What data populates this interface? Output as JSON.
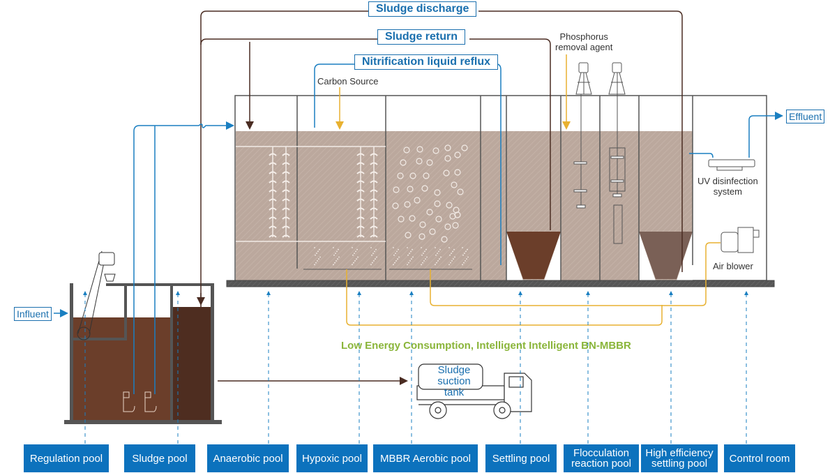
{
  "title": "Low Energy Consumption, Intelligent Intelligent BN-MBBR",
  "flow_labels": {
    "sludge_discharge": "Sludge discharge",
    "sludge_return": "Sludge return",
    "nitrification_reflux": "Nitrification liquid reflux",
    "carbon_source": "Carbon Source",
    "phosphorus_line1": "Phosphorus",
    "phosphorus_line2": "removal agent",
    "influent": "Influent",
    "effluent": "Effluent"
  },
  "equipment": {
    "uv_line1": "UV disinfection",
    "uv_line2": "system",
    "air_blower": "Air blower",
    "tank_line1": "Sludge",
    "tank_line2": "suction tank"
  },
  "pools": [
    {
      "line1": "Regulation pool",
      "line2": ""
    },
    {
      "line1": "Sludge pool",
      "line2": ""
    },
    {
      "line1": "Anaerobic pool",
      "line2": ""
    },
    {
      "line1": "Hypoxic pool",
      "line2": ""
    },
    {
      "line1": "MBBR Aerobic pool",
      "line2": ""
    },
    {
      "line1": "Settling pool",
      "line2": ""
    },
    {
      "line1": "Flocculation",
      "line2": "reaction  pool"
    },
    {
      "line1": "High efficiency",
      "line2": "settling pool"
    },
    {
      "line1": "Control room",
      "line2": ""
    }
  ],
  "colors": {
    "pipe_blue": "#1a7fc1",
    "pipe_brown": "#4a2c22",
    "pipe_yellow": "#e8b130",
    "water": "#bba89d",
    "sludge": "#6b3e2a",
    "sludge_dark": "#4e2d20",
    "label_blue": "#0c72bd",
    "slogan_green": "#8ab53a"
  }
}
